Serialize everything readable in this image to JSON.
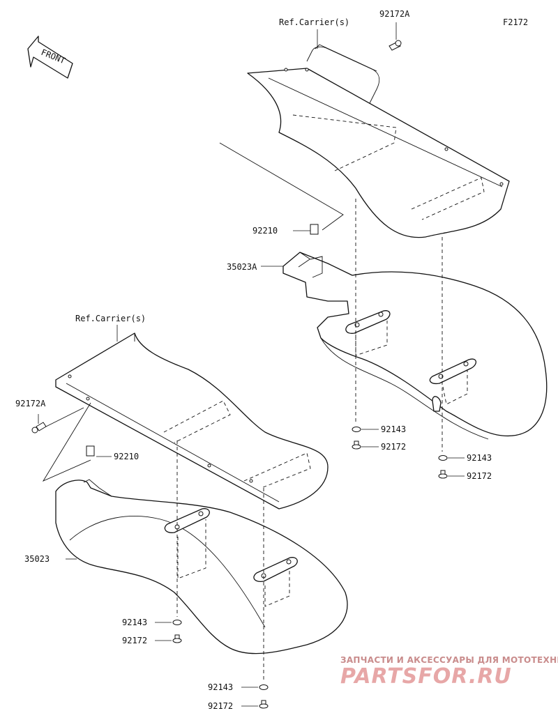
{
  "diagram_code": "F2172",
  "front_label": "FRONT",
  "upper_assembly": {
    "ref_label": "Ref.Carrier(s)",
    "screw_top": "92172A",
    "nut": "92210",
    "cover": "35023A",
    "collar_1": "92143",
    "bolt_1": "92172",
    "collar_2": "92143",
    "bolt_2": "92172"
  },
  "lower_assembly": {
    "ref_label": "Ref.Carrier(s)",
    "screw_side": "92172A",
    "nut": "92210",
    "cover": "35023",
    "collar_1": "92143",
    "bolt_1": "92172",
    "collar_2": "92143",
    "bolt_2": "92172"
  },
  "watermark": {
    "tagline": "ЗАПЧАСТИ И АКСЕССУАРЫ ДЛЯ МОТОТЕХНИКИ",
    "logo": "PARTSFOR.RU"
  }
}
